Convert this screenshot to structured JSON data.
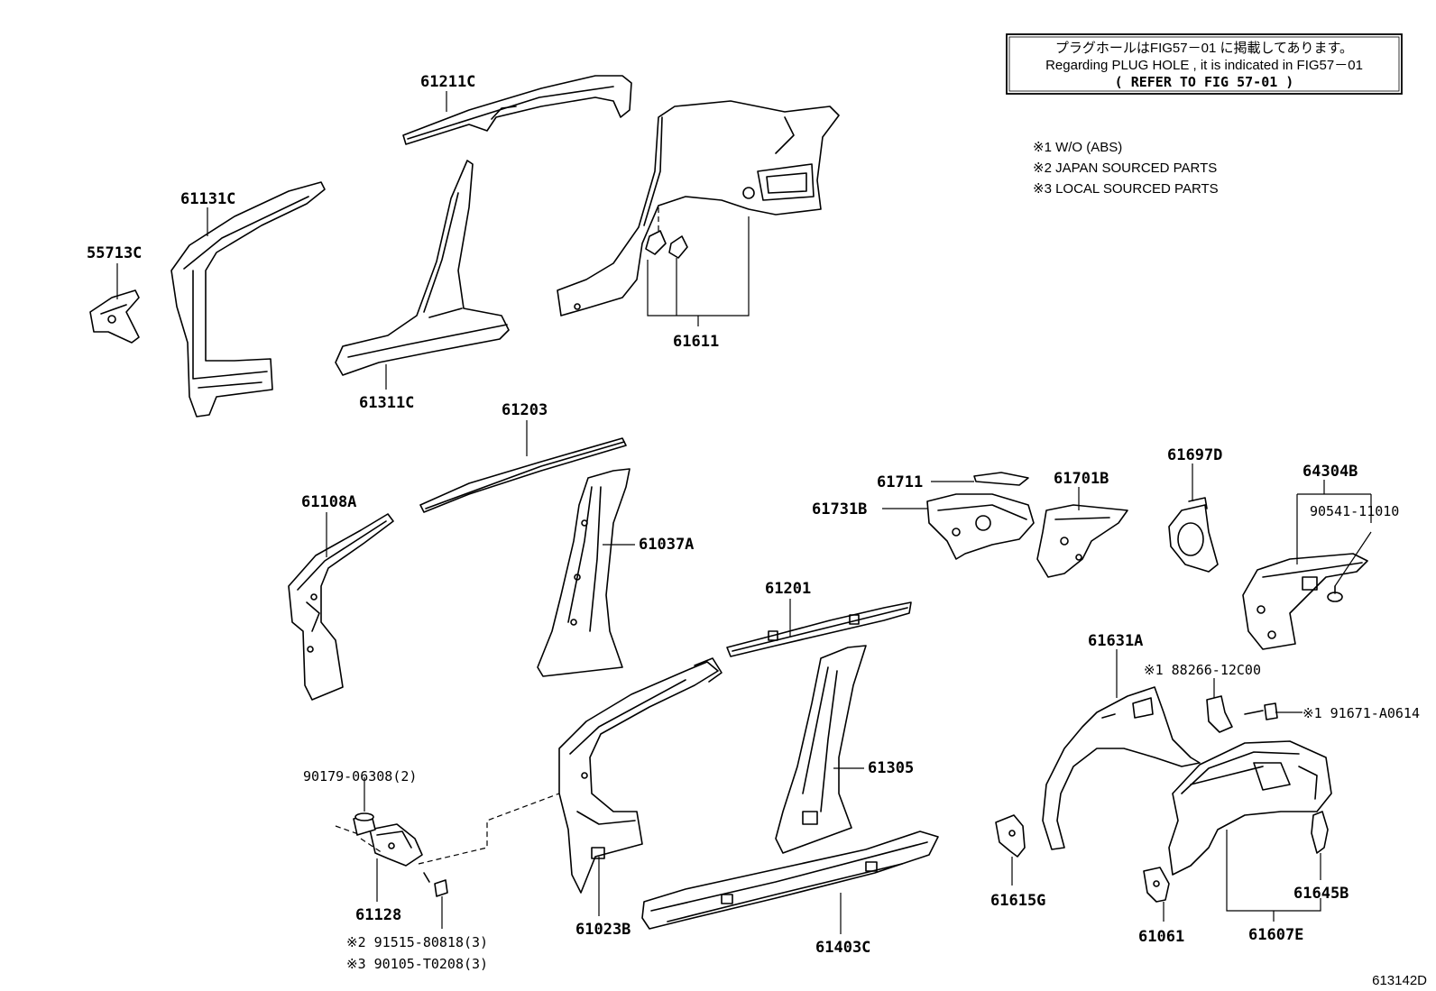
{
  "info_box": {
    "line1": "プラグホールはFIG57－01 に掲載してあります。",
    "line2": "Regarding PLUG HOLE , it is indicated in FIG57－01",
    "line3": "( REFER TO FIG 57-01 )"
  },
  "notes": [
    "※1 W/O (ABS)",
    "※2 JAPAN SOURCED PARTS",
    "※3 LOCAL SOURCED PARTS"
  ],
  "labels": {
    "p61211C": "61211C",
    "p61131C": "61131C",
    "p55713C": "55713C",
    "p61311C": "61311C",
    "p61611": "61611",
    "p61203": "61203",
    "p61108A": "61108A",
    "p61037A": "61037A",
    "p61201": "61201",
    "p61305": "61305",
    "p61023B": "61023B",
    "p61403C": "61403C",
    "p61128": "61128",
    "p90179": "90179-06308(2)",
    "p91515": "※2 91515-80818(3)",
    "p90105": "※3 90105-T0208(3)",
    "p61711": "61711",
    "p61731B": "61731B",
    "p61701B": "61701B",
    "p61697D": "61697D",
    "p64304B": "64304B",
    "p90541": "90541-11010",
    "p61631A": "61631A",
    "p88266": "※1 88266-12C00",
    "p91671": "※1 91671-A0614",
    "p61615G": "61615G",
    "p61061": "61061",
    "p61607E": "61607E",
    "p61645B": "61645B",
    "fig_code": "613142D"
  }
}
